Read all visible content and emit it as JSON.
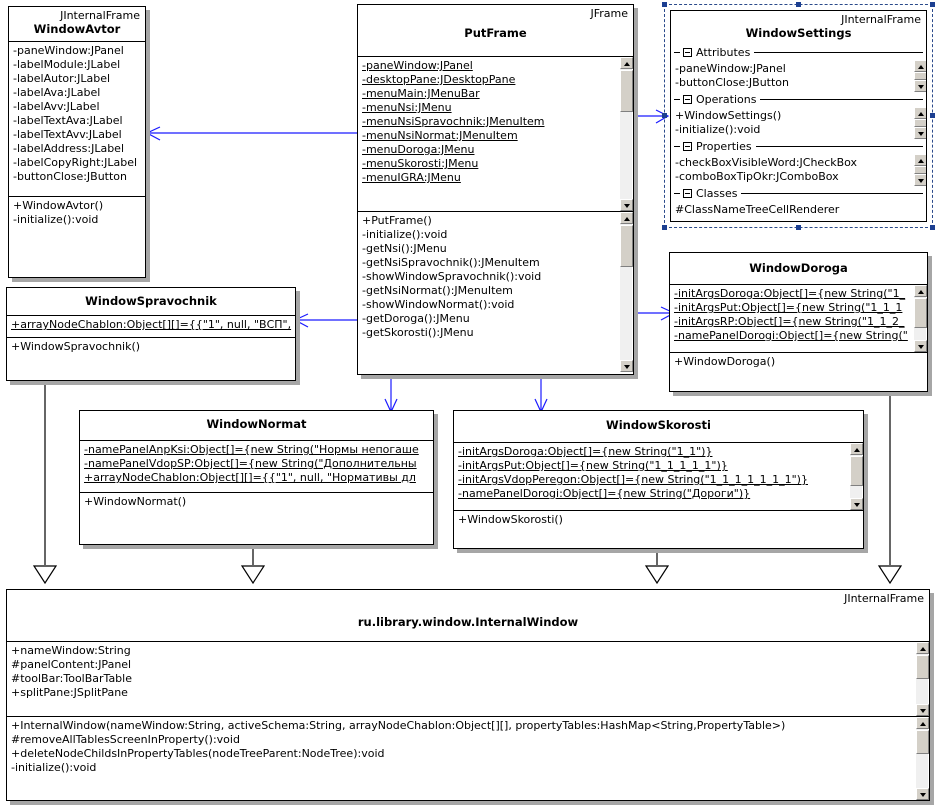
{
  "diagram": {
    "title": "UML class diagram",
    "accent_line_color": "#1a1aff",
    "box_border_color": "#000000",
    "shadow_color": "#a6a6a6",
    "selection_color": "#1c3f91"
  },
  "classes": {
    "window_avtor": {
      "stereotype": "JInternalFrame",
      "name": "WindowAvtor",
      "attributes": [
        "-paneWindow:JPanel",
        "-labelModule:JLabel",
        "-labelAutor:JLabel",
        "-labelAva:JLabel",
        "-labelAvv:JLabel",
        "-labelTextAva:JLabel",
        "-labelTextAvv:JLabel",
        "-labelAddress:JLabel",
        "-labelCopyRight:JLabel",
        "-buttonClose:JButton"
      ],
      "operations": [
        "+WindowAvtor()",
        "-initialize():void"
      ]
    },
    "put_frame": {
      "stereotype": "JFrame",
      "name": "PutFrame",
      "attributes": [
        "-paneWindow:JPanel",
        "-desktopPane:JDesktopPane",
        "-menuMain:JMenuBar",
        "-menuNsi:JMenu",
        "-menuNsiSpravochnik:JMenuItem",
        "-menuNsiNormat:JMenuItem",
        "-menuDoroga:JMenu",
        "-menuSkorosti:JMenu",
        "-menuIGRA:JMenu"
      ],
      "operations": [
        "+PutFrame()",
        "-initialize():void",
        "-getNsi():JMenu",
        "-getNsiSpravochnik():JMenuItem",
        "-showWindowSpravochnik():void",
        "-getNsiNormat():JMenuItem",
        "-showWindowNormat():void",
        "-getDoroga():JMenu",
        "-getSkorosti():JMenu"
      ]
    },
    "window_settings": {
      "stereotype": "JInternalFrame",
      "name": "WindowSettings",
      "sections": [
        {
          "label": "Attributes",
          "members": [
            "-paneWindow:JPanel",
            "-buttonClose:JButton"
          ]
        },
        {
          "label": "Operations",
          "members": [
            "+WindowSettings()",
            "-initialize():void"
          ]
        },
        {
          "label": "Properties",
          "members": [
            "-checkBoxVisibleWord:JCheckBox",
            "-comboBoxTipOkr:JComboBox"
          ]
        },
        {
          "label": "Classes",
          "members": [
            "#ClassNameTreeCellRenderer"
          ]
        }
      ]
    },
    "window_doroga": {
      "stereotype": "",
      "name": "WindowDoroga",
      "attributes": [
        "-initArgsDoroga:Object[]={new String(\"1_",
        "-initArgsPut:Object[]={new String(\"1_1_1",
        "-initArgsRP:Object[]={new String(\"1_1_2_",
        "-namePanelDorogi:Object[]={new String(\""
      ],
      "operations": [
        "+WindowDoroga()"
      ]
    },
    "window_spravochnik": {
      "stereotype": "",
      "name": "WindowSpravochnik",
      "attributes": [
        "+arrayNodeChablon:Object[][]={{\"1\", null, \"ВСП\","
      ],
      "operations": [
        "+WindowSpravochnik()"
      ]
    },
    "window_normat": {
      "stereotype": "",
      "name": "WindowNormat",
      "attributes": [
        "-namePanelAnpKsi:Object[]={new String(\"Нормы непогаше",
        "-namePanelVdopSP:Object[]={new String(\"Дополнительны",
        "+arrayNodeChablon:Object[][]={{\"1\", null, \"Нормативы дл"
      ],
      "operations": [
        "+WindowNormat()"
      ]
    },
    "window_skorosti": {
      "stereotype": "",
      "name": "WindowSkorosti",
      "attributes": [
        "-initArgsDoroga:Object[]={new String(\"1_1\")}",
        "-initArgsPut:Object[]={new String(\"1_1_1_1_1\")}",
        "-initArgsVdopPeregon:Object[]={new String(\"1_1_1_1_1_1_1\")}",
        "-namePanelDorogi:Object[]={new String(\"Дороги\")}"
      ],
      "operations": [
        "+WindowSkorosti()"
      ]
    },
    "internal_window": {
      "stereotype": "JInternalFrame",
      "name": "ru.library.window.InternalWindow",
      "attributes": [
        "+nameWindow:String",
        "#panelContent:JPanel",
        "#toolBar:ToolBarTable",
        "+splitPane:JSplitPane"
      ],
      "operations": [
        "+InternalWindow(nameWindow:String, activeSchema:String, arrayNodeChablon:Object[][], propertyTables:HashMap<String,PropertyTable>)",
        "#removeAllTablesScreenInProperty():void",
        "+deleteNodeChildsInPropertyTables(nodeTreeParent:NodeTree):void",
        "-initialize():void"
      ]
    }
  }
}
